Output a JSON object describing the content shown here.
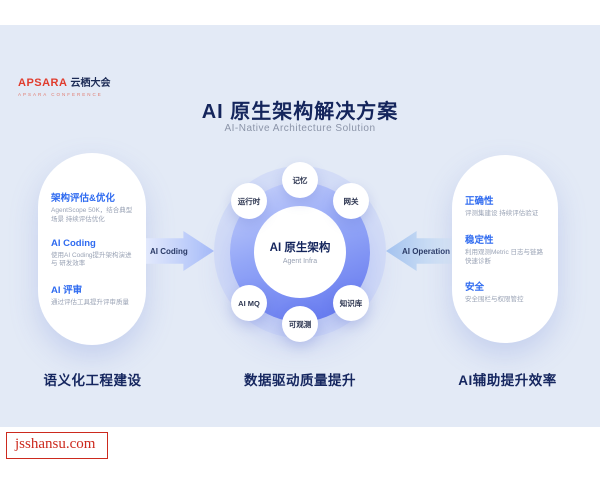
{
  "logo": {
    "brand": "APSARA",
    "brand_cn": "云栖大会",
    "tagline": "APSARA CONFERENCE"
  },
  "header": {
    "title": "AI 原生架构解决方案",
    "subtitle": "AI-Native Architecture Solution"
  },
  "left_card": {
    "items": [
      {
        "label": "架构评估&优化",
        "desc": "AgentScope 50K，结合典型场景 持续评估优化"
      },
      {
        "label": "AI Coding",
        "desc": "使用AI Coding提升架构演进与 研发效率"
      },
      {
        "label": "AI 评审",
        "desc": "通过评估工具提升评审质量"
      }
    ],
    "footer": "语义化工程建设"
  },
  "center": {
    "title": "AI 原生架构",
    "subtitle": "Agent Infra",
    "nodes": [
      "记忆",
      "网关",
      "知识库",
      "可观测",
      "AI MQ",
      "运行时"
    ],
    "footer": "数据驱动质量提升"
  },
  "right_card": {
    "items": [
      {
        "label": "正确性",
        "desc": "评测集建设 持续评估验证"
      },
      {
        "label": "稳定性",
        "desc": "利用观测Metric 日志与链路 快速诊断"
      },
      {
        "label": "安全",
        "desc": "安全围栏与权限管控"
      }
    ],
    "footer": "AI辅助提升效率"
  },
  "arrows": {
    "left": "AI Coding",
    "right": "AI Operation"
  },
  "watermark": "jsshansu.com",
  "colors": {
    "navy": "#14255c",
    "accent_blue": "#2f6bf0",
    "brand_red": "#e03c2d",
    "ring_gradient_start": "#ccd6fb",
    "ring_gradient_end": "#5e72ee"
  }
}
